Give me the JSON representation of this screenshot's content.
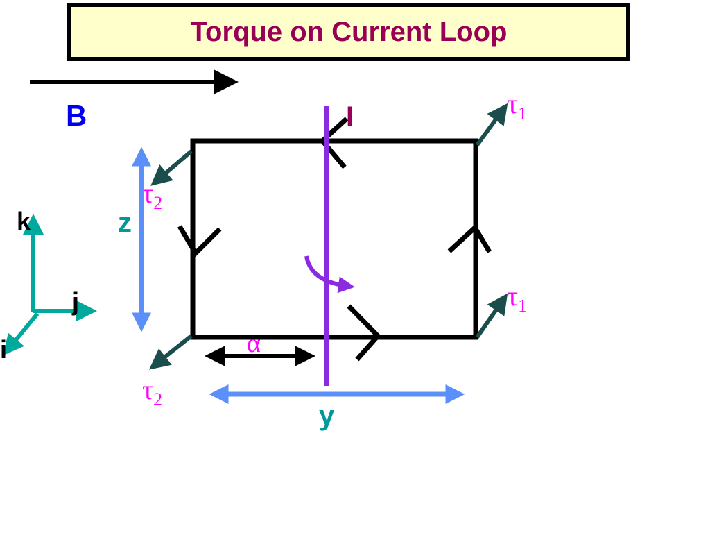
{
  "title": "Torque on Current Loop",
  "labels": {
    "field": "B",
    "current": "I",
    "tau": "τ",
    "tau1_sub": "1",
    "tau2_sub": "2",
    "height": "z",
    "width": "y",
    "angle": "α",
    "axis_k": "k",
    "axis_j": "j",
    "axis_i": "i"
  },
  "colors": {
    "title_text": "#990055",
    "title_bg": "#ffffcc",
    "field_label": "#0000ee",
    "current_label": "#990055",
    "tau_label": "#ff00ff",
    "dimension": "#5b8ff9",
    "dimension_label": "#009999",
    "axis": "#00a99d",
    "torque_arrow": "#1b4d4d",
    "rotation_axis": "#8a2be2",
    "loop": "#000000"
  }
}
